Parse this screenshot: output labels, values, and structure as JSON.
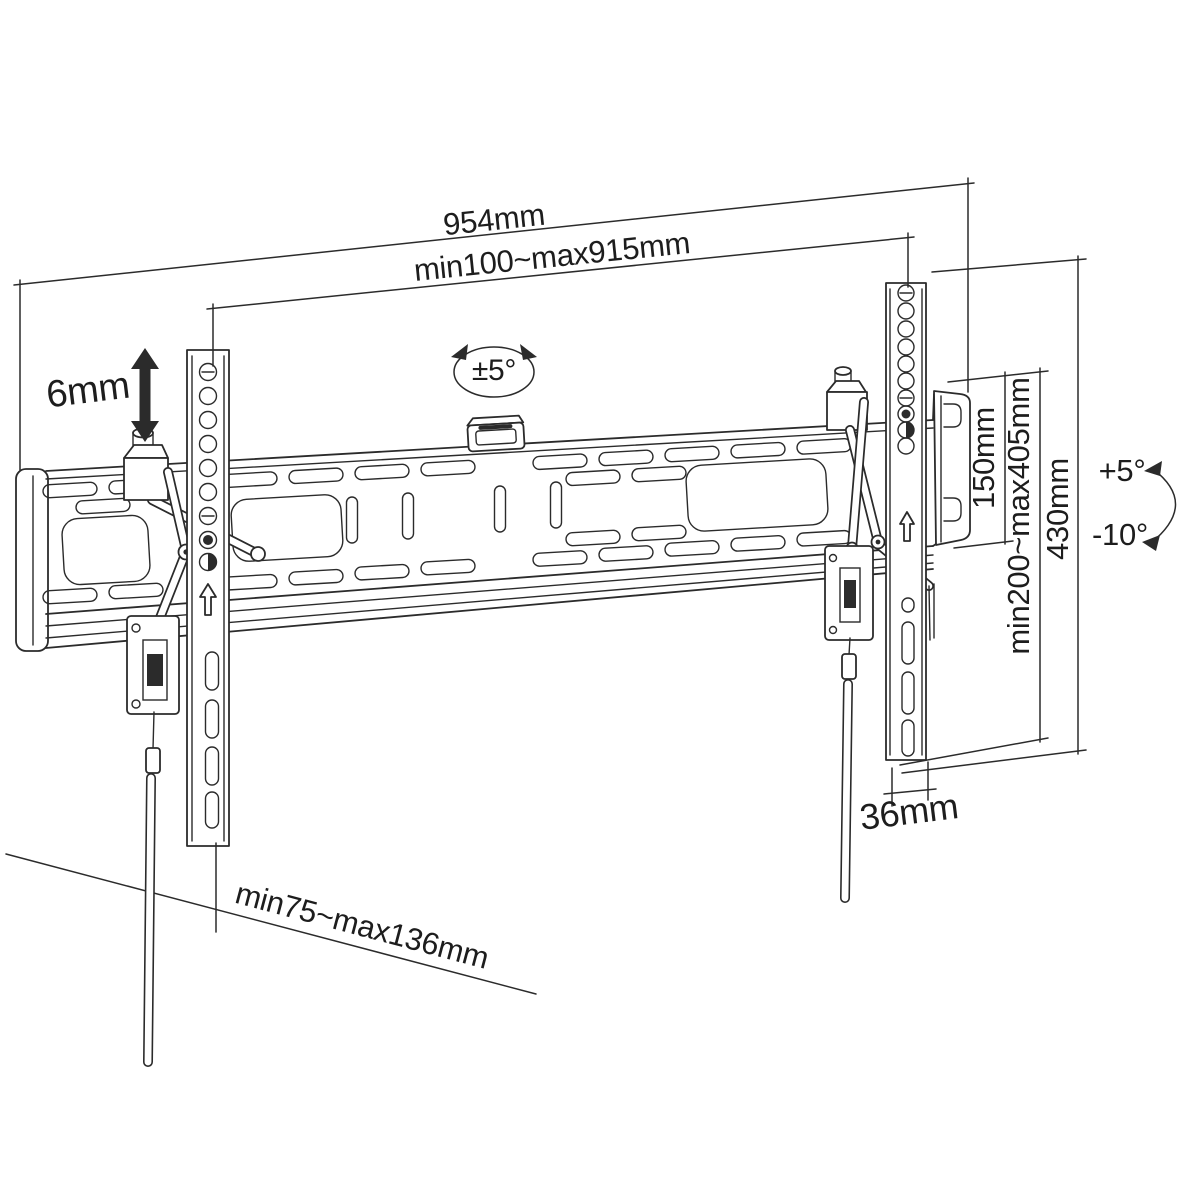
{
  "drawing": {
    "kind": "tv-wall-mount-dimension-diagram",
    "colors": {
      "line": "#2b2b2b",
      "text": "#1d1d1d",
      "background": "#ffffff"
    }
  },
  "annotations": {
    "total_width": "954mm",
    "tv_width_range": "min100~max915mm",
    "fine_height_adjust": "6mm",
    "level_adjust": "±5°",
    "rail_height": "150mm",
    "tv_height_range": "min200~max405mm",
    "bracket_height": "430mm",
    "tilt_up": "+5°",
    "tilt_down": "-10°",
    "bracket_depth": "36mm",
    "wall_distance_range": "min75~max136mm"
  }
}
